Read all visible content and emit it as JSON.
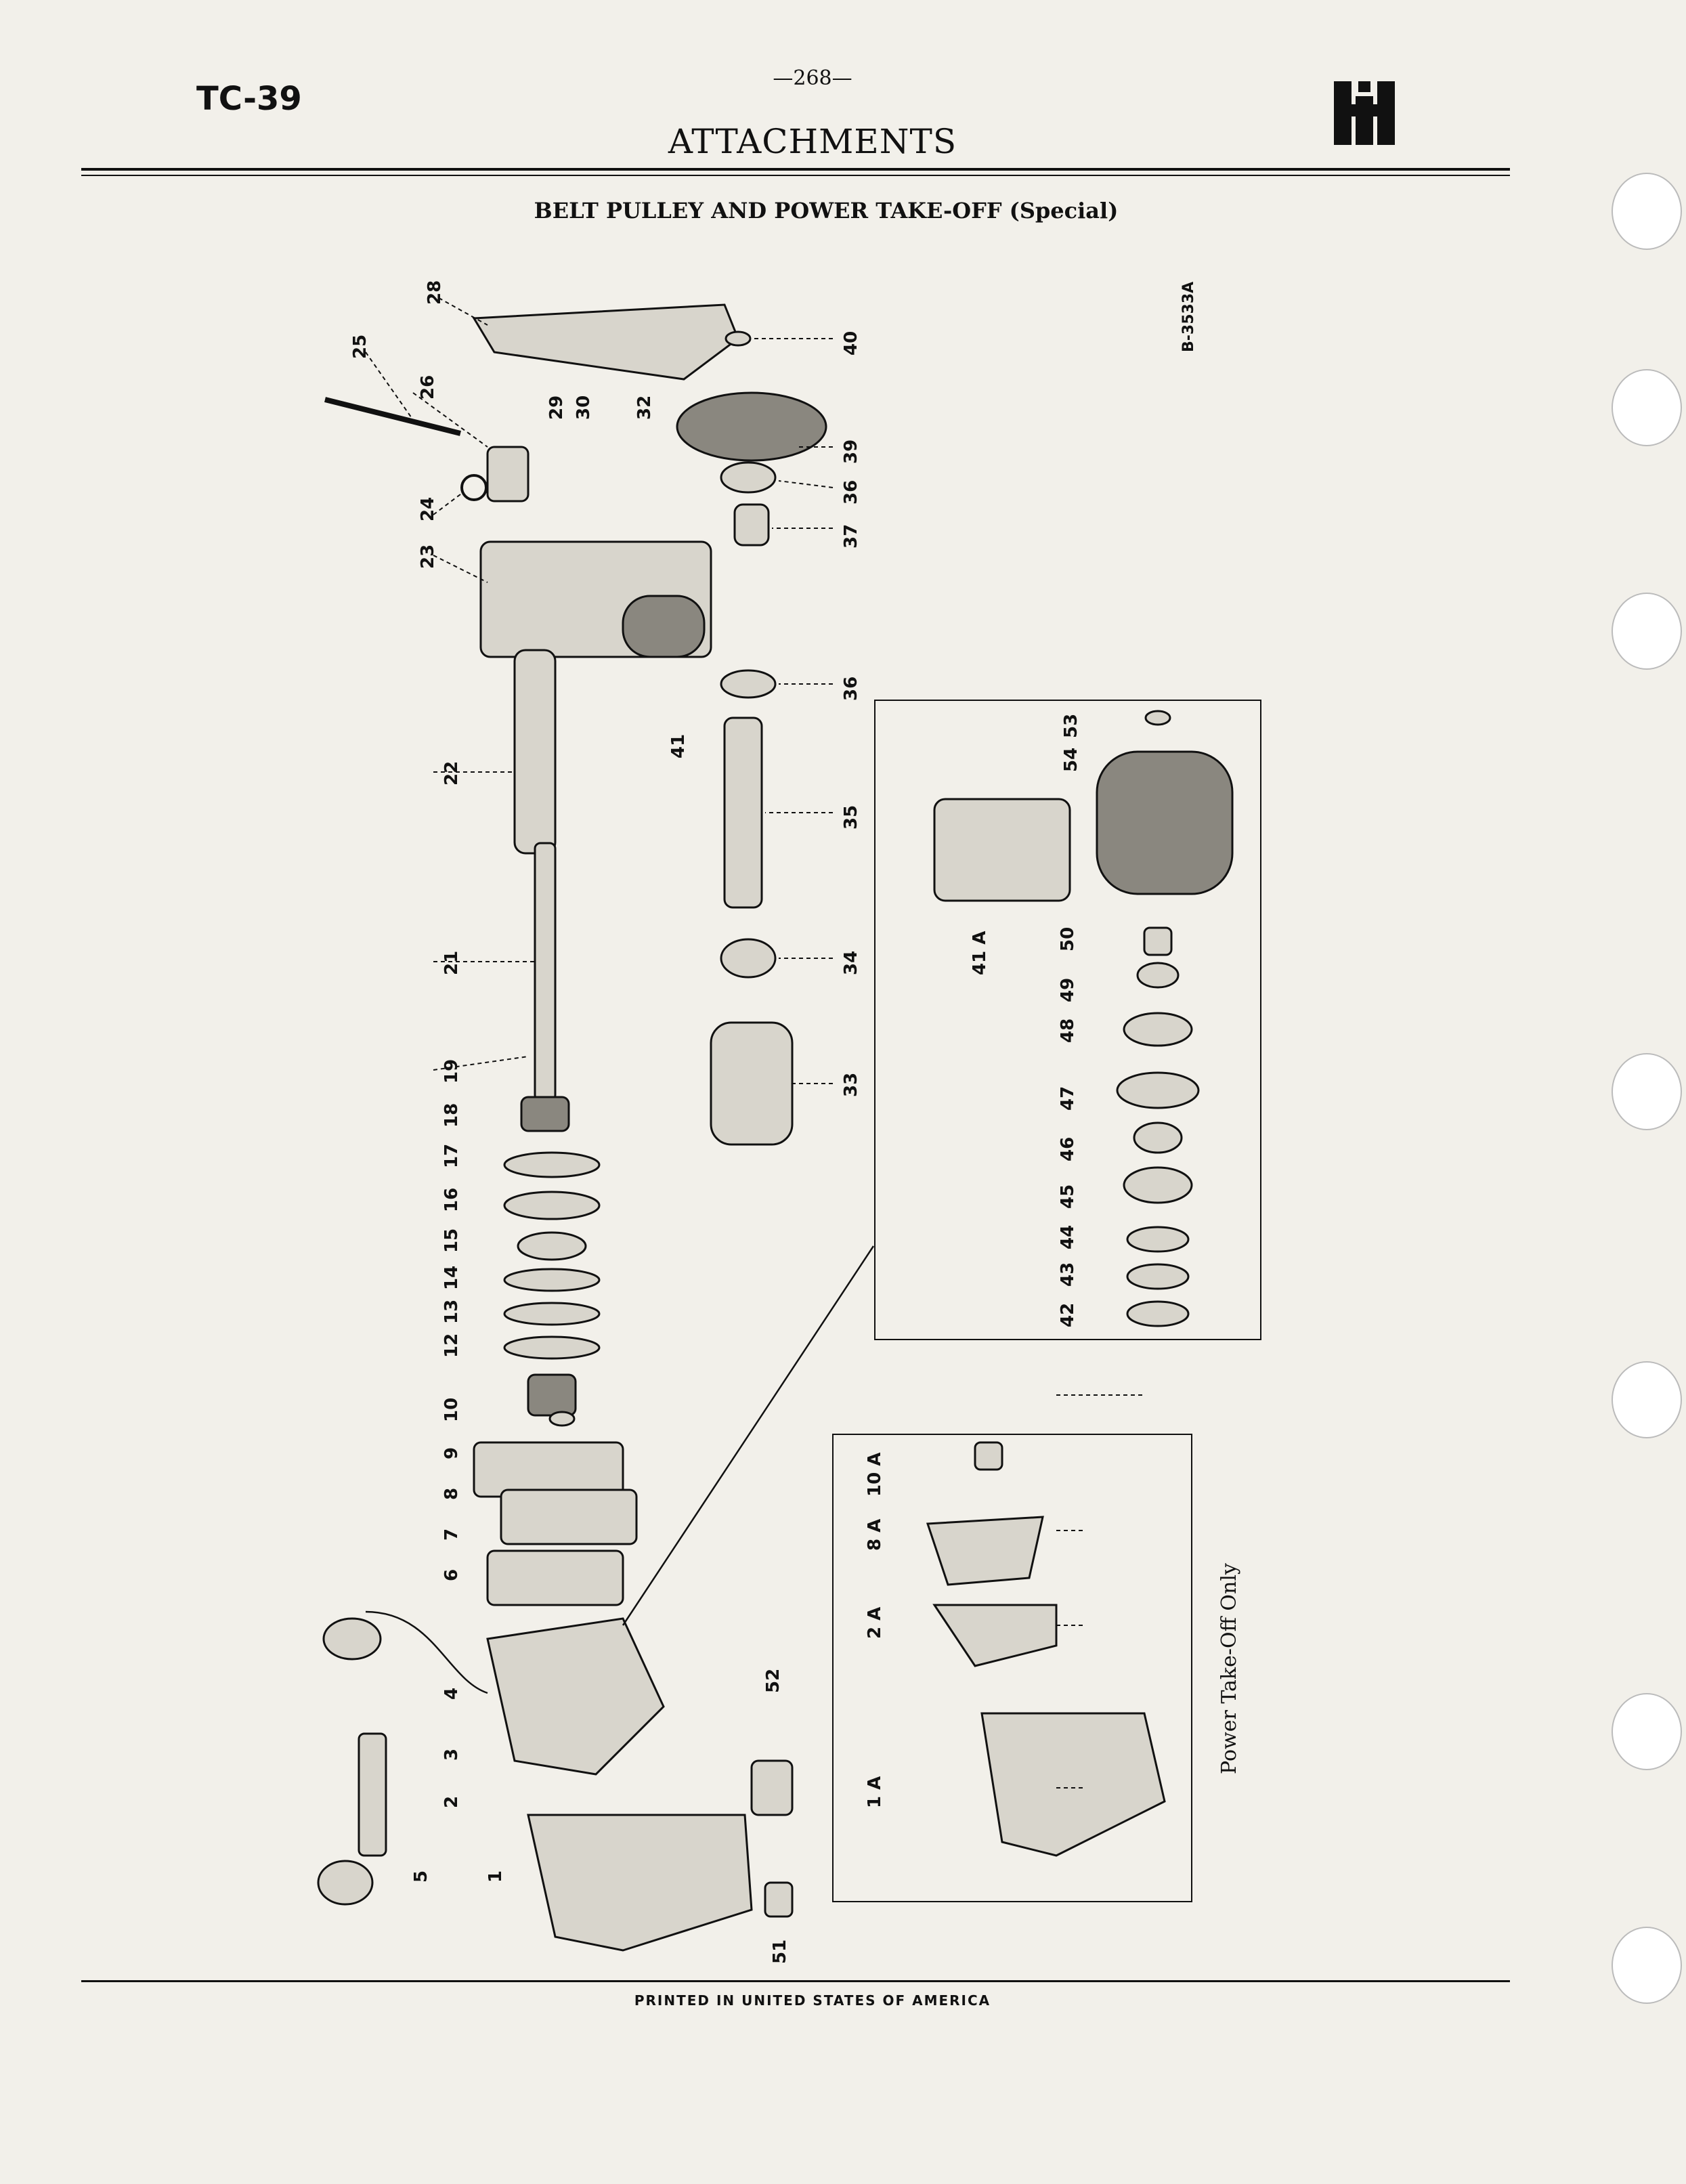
{
  "header": {
    "code": "TC-39",
    "page_number": "—268—",
    "title": "ATTACHMENTS",
    "subtitle": "BELT PULLEY AND POWER TAKE-OFF (Special)"
  },
  "diagram": {
    "reference": "B-3533A",
    "inset_label": "Power Take-Off Only",
    "callouts": [
      "1",
      "2",
      "3",
      "4",
      "5",
      "6",
      "7",
      "8",
      "9",
      "10",
      "12",
      "13",
      "14",
      "15",
      "16",
      "17",
      "18",
      "19",
      "21",
      "22",
      "23",
      "24",
      "25",
      "26",
      "28",
      "29",
      "30",
      "32",
      "33",
      "34",
      "35",
      "36",
      "36",
      "37",
      "39",
      "40",
      "41",
      "41 A",
      "42",
      "43",
      "44",
      "45",
      "46",
      "47",
      "48",
      "49",
      "50",
      "51",
      "52",
      "53",
      "54",
      "1 A",
      "2 A",
      "8 A",
      "10 A"
    ]
  },
  "footer": {
    "text": "PRINTED IN UNITED STATES OF AMERICA"
  },
  "colors": {
    "paper": "#f2f0ea",
    "ink": "#111111"
  },
  "icons": {
    "logo": "international-harvester-logo"
  }
}
